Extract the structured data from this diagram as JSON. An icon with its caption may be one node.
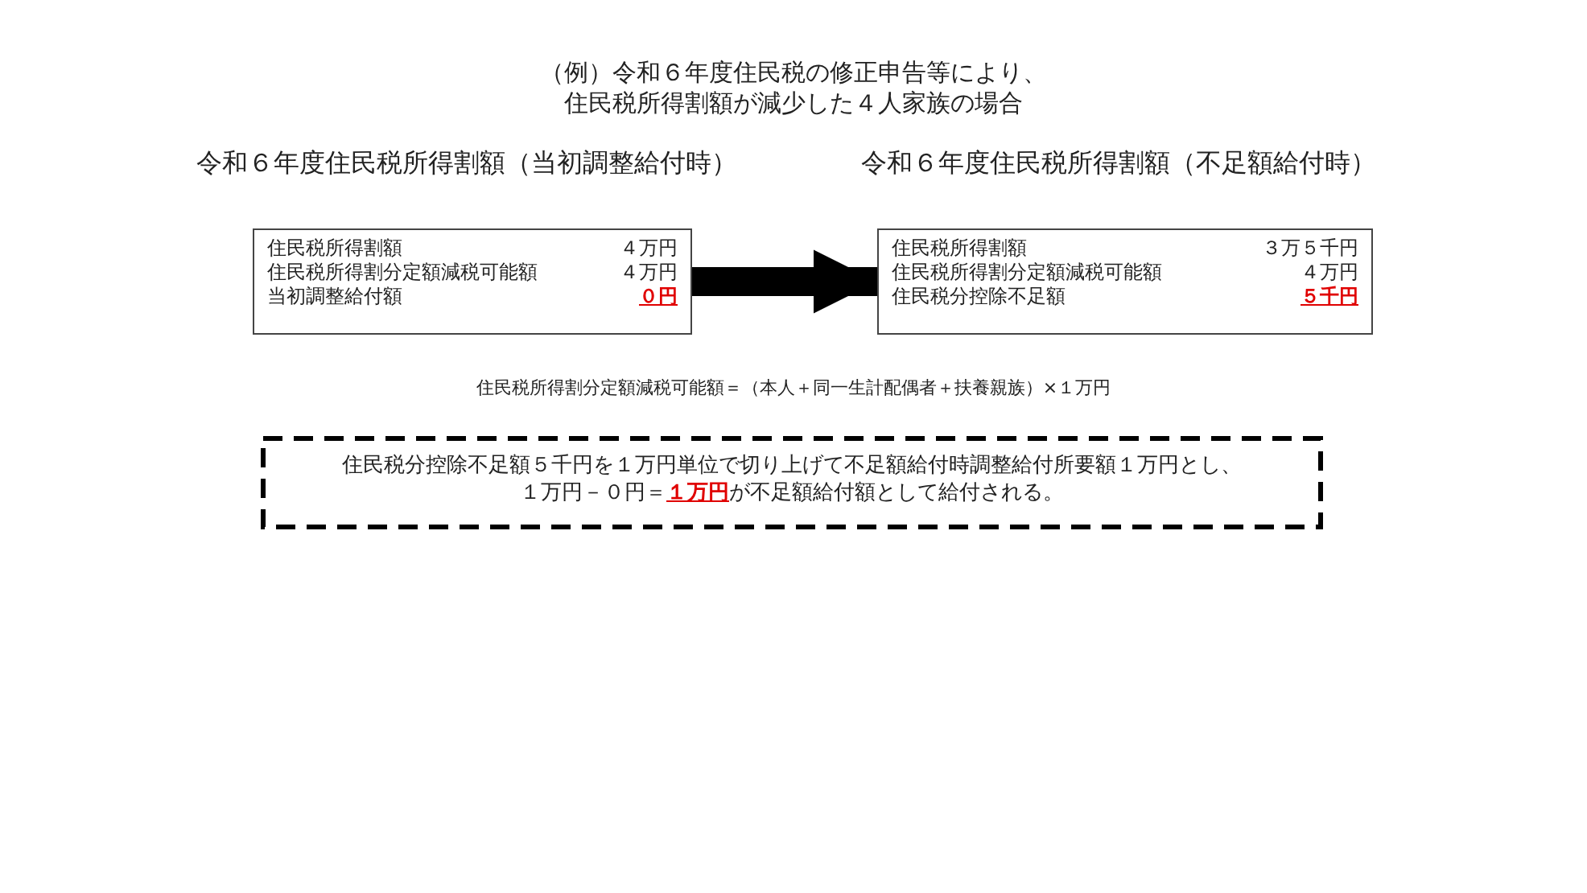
{
  "diagram": {
    "title": "（例）令和６年度住民税の修正申告等により、住民税所得割額が減少した４人家族の場合",
    "nodes": [
      {
        "text": [
          "住民税所得割額",
          "４万円",
          "住民税所得割分定額減税可能額",
          "４万円",
          "当初調整給付額",
          "０円"
        ]
      },
      {
        "text": [
          "住民税所得割額",
          "３万５千円",
          "住民税所得割分定額減税可能額",
          "４万円",
          "住民税分控除不足額",
          "５千円"
        ]
      },
      {
        "text": [
          "住民税分控除不足額５千円を１万円単位で切り上げて不足額給付時調整給付所要額１万円とし、１万円－０円＝**１万円**が不足額給付額として給付される。"
        ]
      }
    ],
    "edges": [
      {
        "from": 0,
        "to": 1,
        "arrow": "to"
      }
    ],
    "labels": [
      "令和６年度住民税所得割額（当初調整給付時）",
      "令和６年度住民税所得割額（不足額給付時）",
      "住民税所得割分定額減税可能額＝（本人＋同一生計配偶者＋扶養親族）×１万円"
    ]
  }
}
